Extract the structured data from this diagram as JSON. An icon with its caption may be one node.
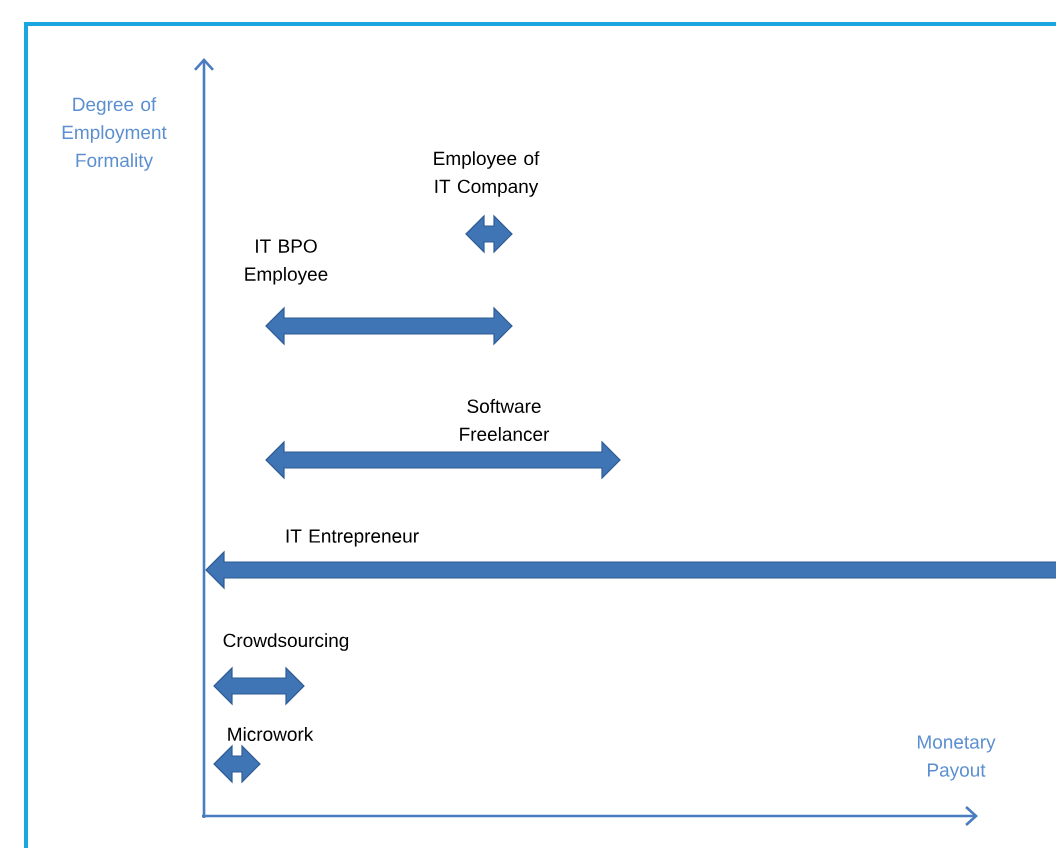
{
  "diagram": {
    "labels": [
      "Degree of Employment Formality",
      "Employee of IT Company",
      "IT BPO Employee",
      "Software Freelancer",
      "IT Entrepreneur",
      "Crowdsourcing",
      "Microwork",
      "Monetary Payout"
    ]
  }
}
